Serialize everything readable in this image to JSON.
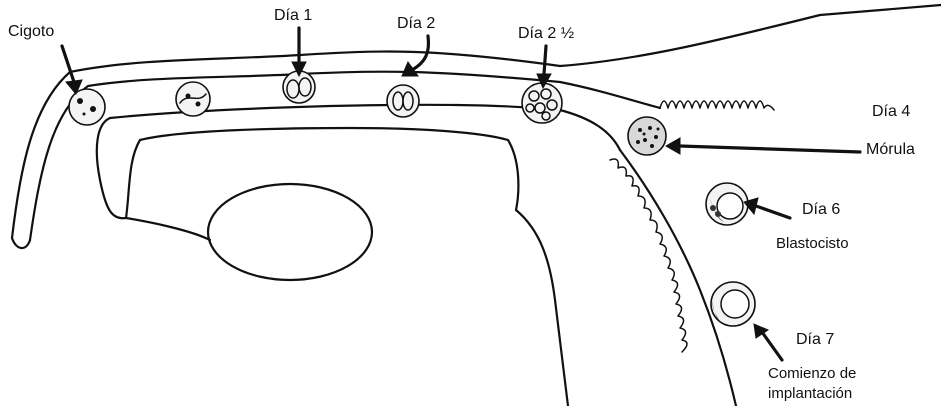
{
  "labels": {
    "cigoto": "Cigoto",
    "dia1": "Día 1",
    "dia2": "Día 2",
    "dia2half": "Día 2 ½",
    "dia4": "Día 4",
    "morula": "Mórula",
    "dia6": "Día 6",
    "blastocisto": "Blastocisto",
    "dia7": "Día 7",
    "comienzo_1": "Comienzo de",
    "comienzo_2": "implantación"
  }
}
